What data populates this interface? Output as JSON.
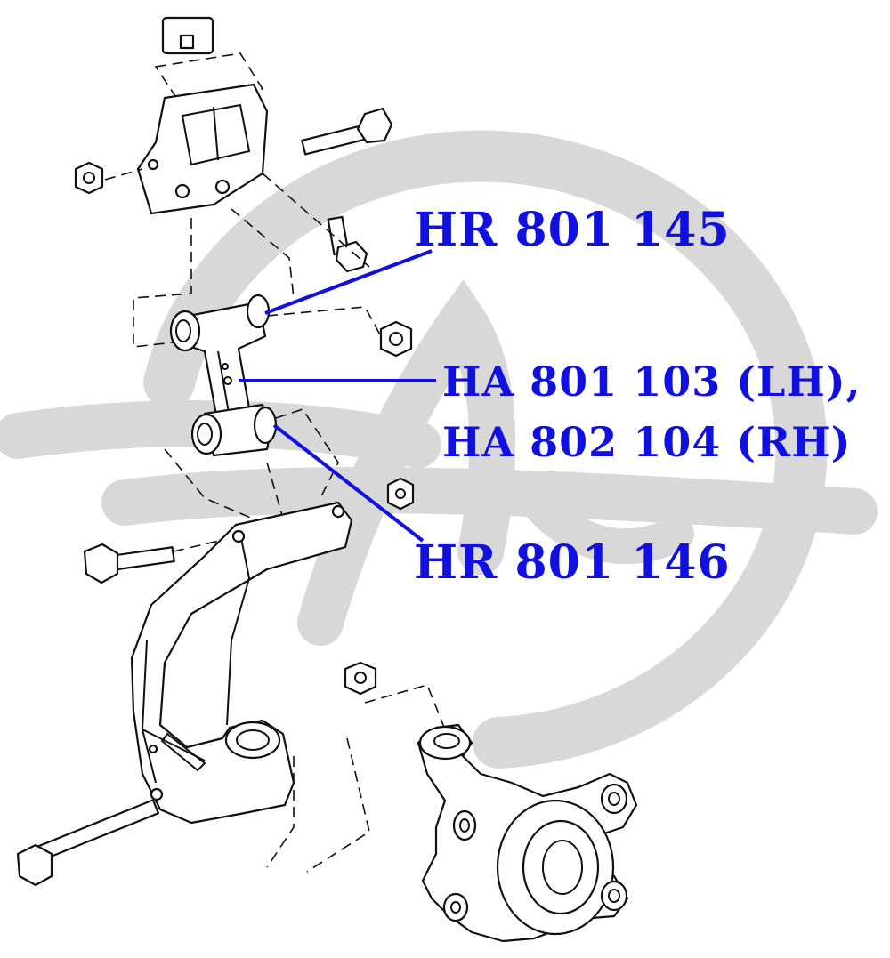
{
  "callouts": {
    "upper_bushing": "HR 801 145",
    "link_lh": "HA 801 103 (LH),",
    "link_rh": "HA 802 104 (RH)",
    "lower_bushing": "HR 801 146"
  },
  "colors": {
    "callout_text": "#1010e0",
    "leader_line": "#1010e0",
    "watermark": "#d8d8d8",
    "drawing": "#111111"
  }
}
